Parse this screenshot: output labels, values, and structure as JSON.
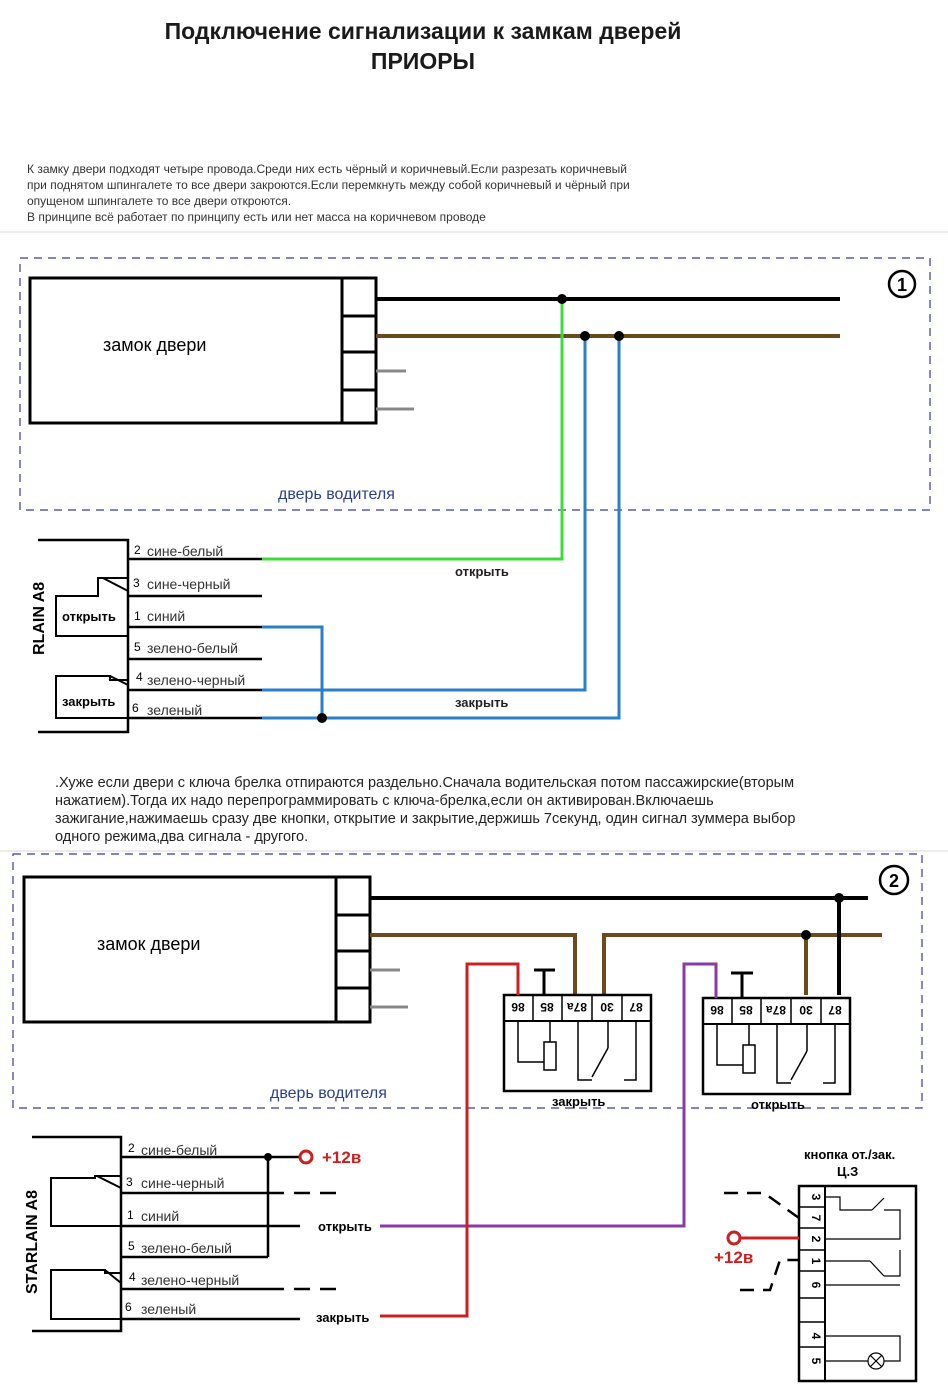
{
  "title": {
    "line1": "Подключение сигнализации к замкам дверей",
    "line2": "ПРИОРЫ"
  },
  "intro": [
    "К замку двери подходят четыре провода.Среди них есть чёрный и коричневый.Если разрезать коричневый",
    "при поднятом шпингалете то все двери закроются.Если перемкнуть между собой коричневый и чёрный при",
    "опущеном шпингалете то все двери откроются.",
    "В принципе всё работает по принципу есть или нет масса на коричневом проводе"
  ],
  "scheme1": {
    "badge": "1",
    "lock_label": "замок двери",
    "door_label": "дверь водителя",
    "module_label": "RLAIN A8",
    "pins": [
      {
        "num": "2",
        "name": "сине-белый"
      },
      {
        "num": "3",
        "name": "сине-черный"
      },
      {
        "num": "1",
        "name": "синий"
      },
      {
        "num": "5",
        "name": "зелено-белый"
      },
      {
        "num": "4",
        "name": "зелено-черный"
      },
      {
        "num": "6",
        "name": "зеленый"
      }
    ],
    "open_relay_label": "открыть",
    "close_relay_label": "закрыть",
    "wire_open_label": "открыть",
    "wire_close_label": "закрыть"
  },
  "middle_note": [
    ".Хуже если двери с ключа брелка отпираются раздельно.Сначала водительская потом пассажирские(вторым",
    "нажатием).Тогда их надо перепрограммировать с ключа-брелка,если он активирован.Включаешь",
    "зажигание,нажимаешь сразу две кнопки, открытие и закрытие,держишь 7секунд, один сигнал зуммера выбор",
    "одного режима,два сигнала - другого."
  ],
  "scheme2": {
    "badge": "2",
    "lock_label": "замок двери",
    "door_label": "дверь водителя",
    "module_label": "STARLAIN A8",
    "pins": [
      {
        "num": "2",
        "name": "сине-белый"
      },
      {
        "num": "3",
        "name": "сине-черный"
      },
      {
        "num": "1",
        "name": "синий"
      },
      {
        "num": "5",
        "name": "зелено-белый"
      },
      {
        "num": "4",
        "name": "зелено-черный"
      },
      {
        "num": "6",
        "name": "зеленый"
      }
    ],
    "relay_pins": [
      "86",
      "85",
      "87a",
      "30",
      "87"
    ],
    "relay1_label": "закрыть",
    "relay2_label": "открыть",
    "plus12_a": "+12в",
    "plus12_b": "+12в",
    "wire_open_label": "открыть",
    "wire_close_label": "закрыть",
    "button_label_1": "кнопка от./зак.",
    "button_label_2": "Ц.З",
    "button_pins": [
      "3",
      "7",
      "2",
      "1",
      "6",
      "4",
      "5"
    ]
  },
  "colors": {
    "black_wire": "#000000",
    "brown_wire": "#6b4a1c",
    "green_wire": "#3ddc3d",
    "blue_wire": "#2a7fc9",
    "red_wire": "#cc2020",
    "purple_wire": "#8a3aa8",
    "gray_wire": "#888888",
    "dash_border": "#3a3a9a",
    "blue_text": "#2b3f8f"
  }
}
